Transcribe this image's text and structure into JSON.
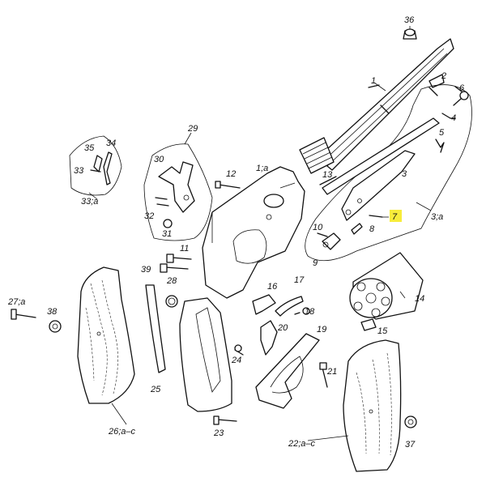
{
  "diagram": {
    "highlight_color": "#f7ec3b",
    "highlighted_label": "7",
    "labels": {
      "l36": "36",
      "l1": "1",
      "l6": "6",
      "l4": "4",
      "l5": "5",
      "l2": "2",
      "l29": "29",
      "l35": "35",
      "l34": "34",
      "l33": "33",
      "l33a": "33;a",
      "l30": "30",
      "l32": "32",
      "l31": "31",
      "l12": "12",
      "l1a": "1;a",
      "l13": "13",
      "l3": "3",
      "l7": "7",
      "l3a": "3;a",
      "l10": "10",
      "l8": "8",
      "l9": "9",
      "l11": "11",
      "l39": "39",
      "l28": "28",
      "l27a": "27;a",
      "l38": "38",
      "l16": "16",
      "l17": "17",
      "l18": "18",
      "l14": "14",
      "l20": "20",
      "l15": "15",
      "l19": "19",
      "l24": "24",
      "l21": "21",
      "l25": "25",
      "l26": "26;a–c",
      "l23": "23",
      "l22": "22;a–c",
      "l37": "37"
    }
  }
}
